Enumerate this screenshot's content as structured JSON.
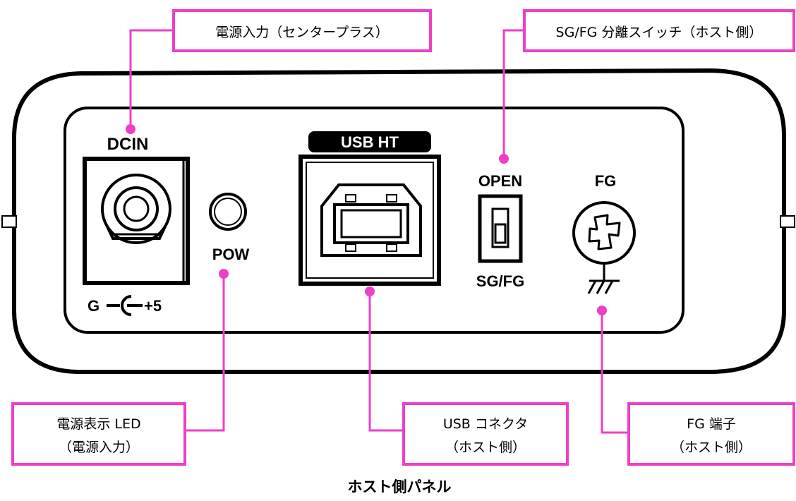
{
  "panel": {
    "dcin_label": "DCIN",
    "polarity_g": "G",
    "polarity_plus": "+5",
    "pow_label": "POW",
    "usb_label": "USB HT",
    "switch_top_label": "OPEN",
    "switch_bottom_label": "SG/FG",
    "fg_label": "FG"
  },
  "callouts": {
    "power_input": "電源入力（センタープラス）",
    "sg_fg_switch": "SG/FG 分離スイッチ（ホスト側）",
    "power_led_line1": "電源表示 LED",
    "power_led_line2": "（電源入力）",
    "usb_connector_line1": "USB コネクタ",
    "usb_connector_line2": "（ホスト側）",
    "fg_terminal_line1": "FG 端子",
    "fg_terminal_line2": "（ホスト側）"
  },
  "caption": "ホスト側パネル",
  "colors": {
    "callout": "#ee3fc7",
    "outline": "#000000",
    "background": "#ffffff"
  }
}
